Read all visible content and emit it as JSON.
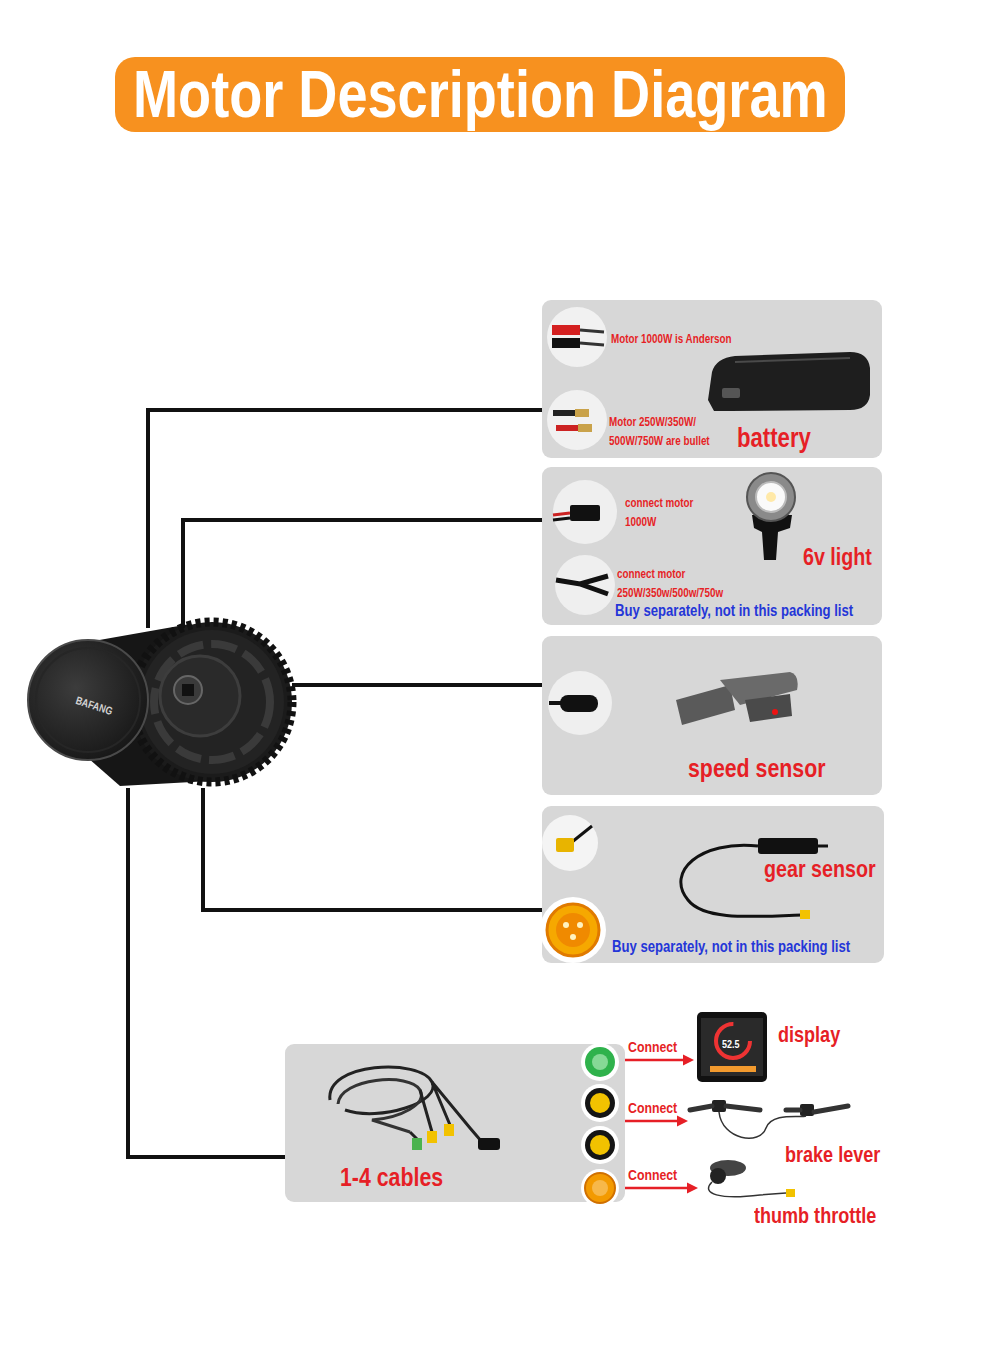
{
  "diagram": {
    "title": "Motor Description Diagram",
    "nodes": [
      {
        "text": [
          "Motor 1000W is Anderson",
          "Motor 250W/350W/ 500W/750W are bullet",
          "battery"
        ]
      },
      {
        "text": [
          "connect motor 1000W",
          "6v light",
          "connect motor 250W/350w/500w/750w",
          "Buy separately, not in this packing list"
        ]
      },
      {
        "text": [
          "BAFANG"
        ]
      },
      {
        "text": [
          "speed sensor"
        ]
      },
      {
        "text": [
          "gear sensor",
          "Buy separately, not in this packing list"
        ]
      },
      {
        "text": [
          "1-4 cables"
        ]
      },
      {
        "text": [
          "display"
        ]
      },
      {
        "text": [
          "brake lever"
        ]
      },
      {
        "text": [
          "thumb throttle"
        ]
      }
    ],
    "edges": [
      {
        "from": 2,
        "to": 0,
        "arrow": "none"
      },
      {
        "from": 2,
        "to": 1,
        "arrow": "none"
      },
      {
        "from": 2,
        "to": 3,
        "arrow": "none"
      },
      {
        "from": 2,
        "to": 4,
        "arrow": "none"
      },
      {
        "from": 2,
        "to": 5,
        "arrow": "none"
      },
      {
        "from": 5,
        "to": 6,
        "label": "Connect",
        "arrow": "to"
      },
      {
        "from": 5,
        "to": 7,
        "label": "Connect",
        "arrow": "to"
      },
      {
        "from": 5,
        "to": 8,
        "label": "Connect",
        "arrow": "to"
      }
    ],
    "labels": [
      "52.5"
    ]
  }
}
